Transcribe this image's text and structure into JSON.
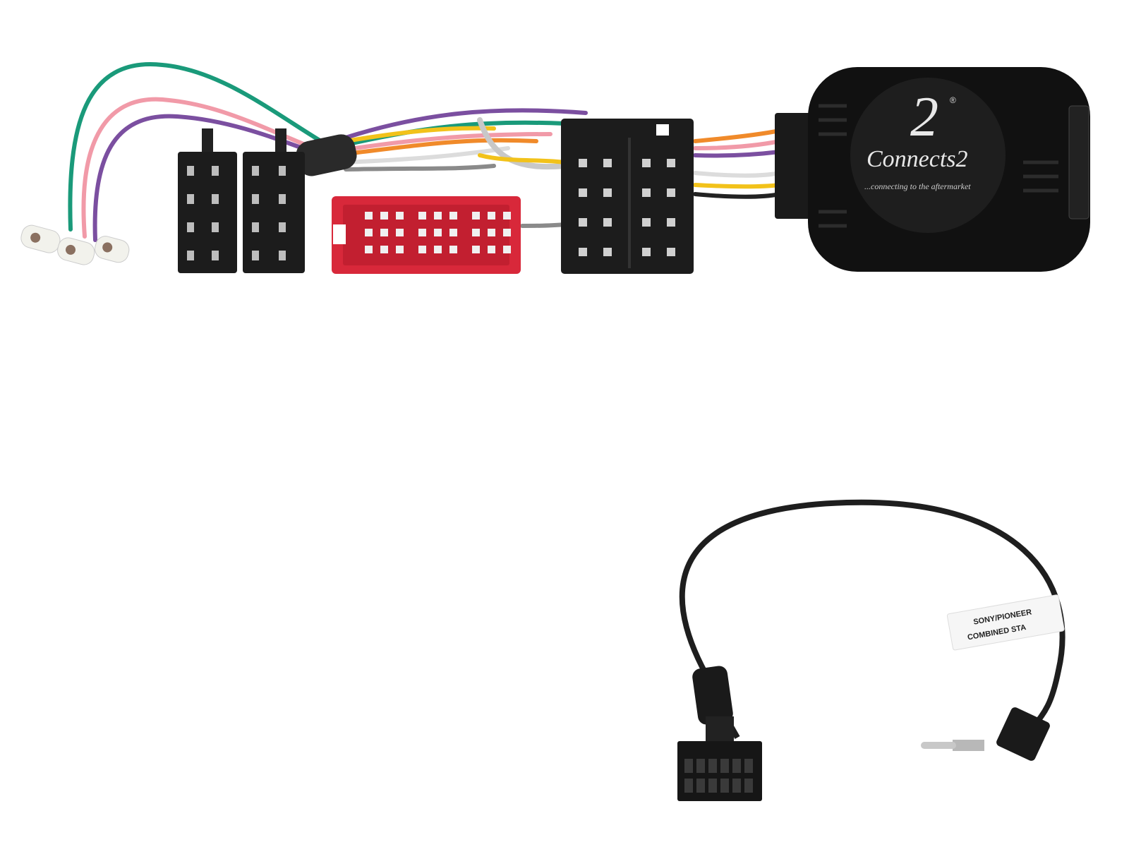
{
  "product": {
    "brand_logo": "Connects2",
    "brand_mark": "2",
    "registered": "®",
    "tagline": "...connecting to the aftermarket"
  },
  "lead_label": {
    "line1": "SONY/PIONEER",
    "line2": "COMBINED STA"
  },
  "colors": {
    "connector_black": "#1c1c1c",
    "connector_red": "#d8283a",
    "module_black": "#111111",
    "wire_green": "#1a9a7a",
    "wire_pink": "#f19aa8",
    "wire_purple": "#7b4fa0",
    "wire_orange": "#f08a2a",
    "wire_yellow": "#f2c21a",
    "wire_white": "#dcdcdc",
    "wire_grey": "#8a8a8a"
  }
}
